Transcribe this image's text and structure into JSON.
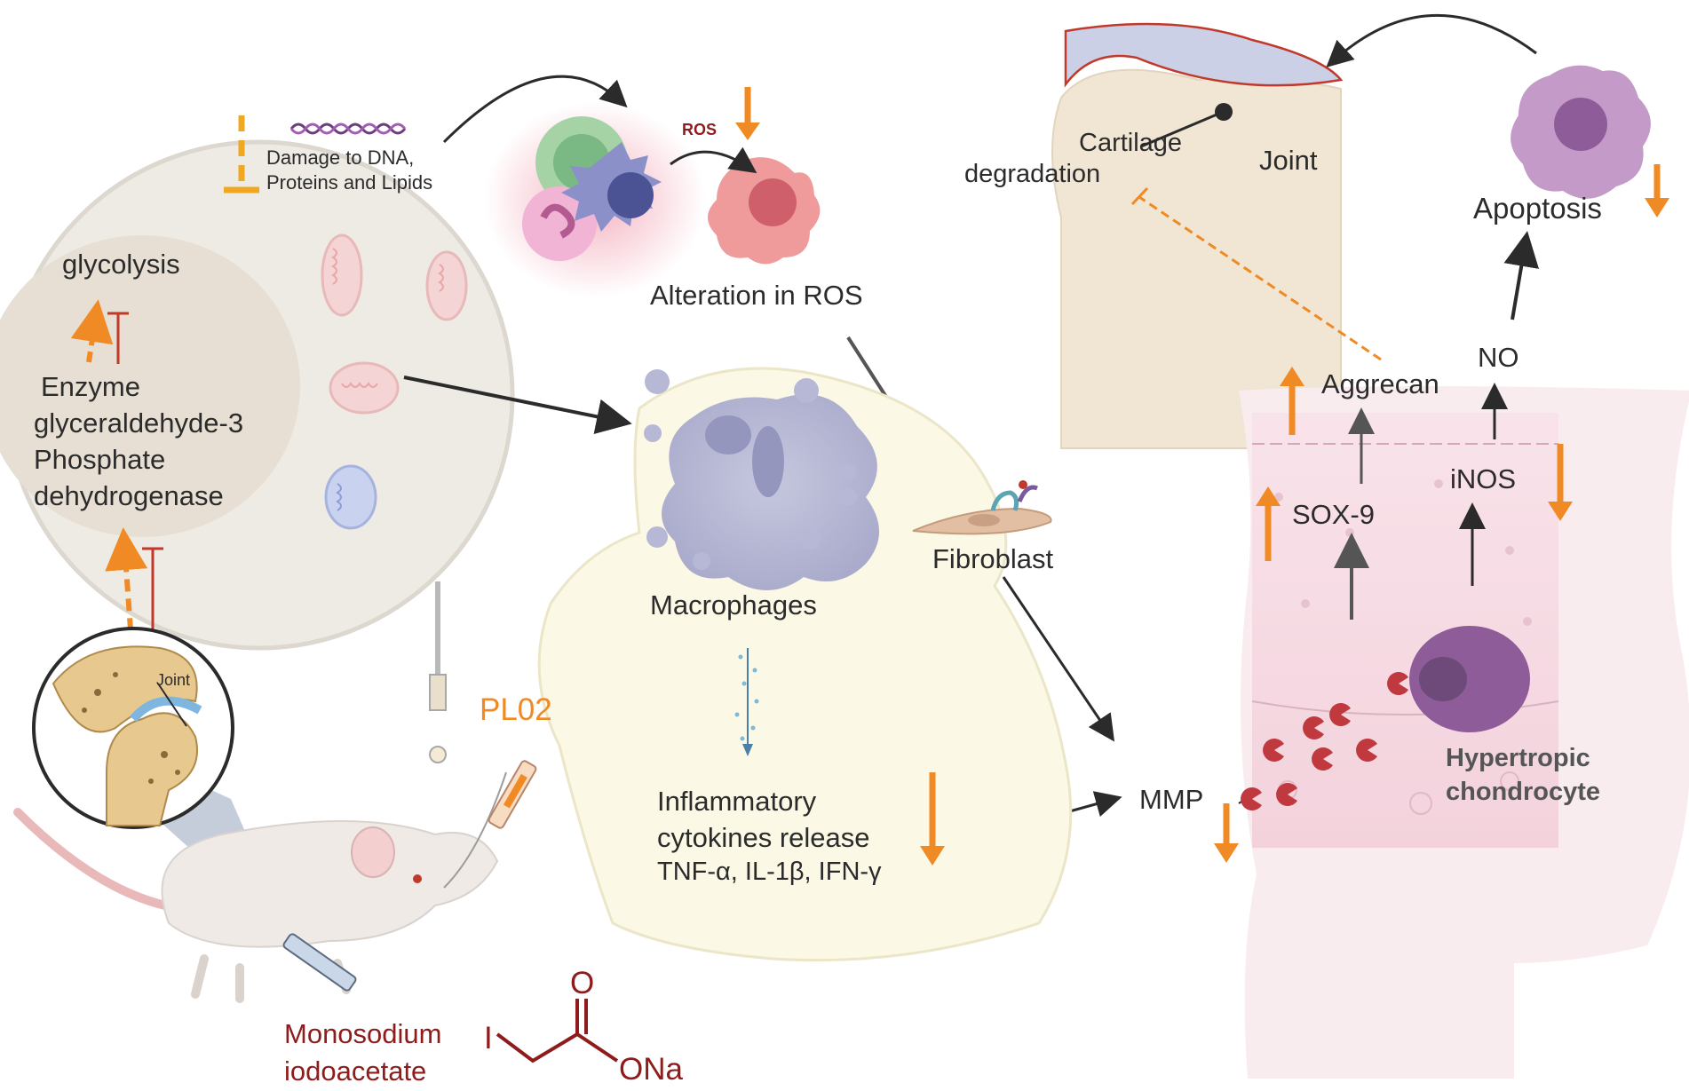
{
  "labels": {
    "damage_line1": "Damage to DNA,",
    "damage_line2": "Proteins and Lipids",
    "glycolysis": "glycolysis",
    "enzyme_line1": "Enzyme",
    "enzyme_line2": "glyceraldehyde-3",
    "enzyme_line3": "Phosphate",
    "enzyme_line4": "dehydrogenase",
    "joint_small": "Joint",
    "pl02": "PL02",
    "ros_small": "ROS",
    "alteration_ros": "Alteration in ROS",
    "macrophages": "Macrophages",
    "fibroblast": "Fibroblast",
    "inflam_line1": "Inflammatory",
    "inflam_line2": "cytokines release",
    "inflam_line3": "TNF-α, IL-1β, IFN-γ",
    "mmp": "MMP",
    "cartilage": "Cartilage",
    "degradation": "degradation",
    "joint_large": "Joint",
    "apoptosis": "Apoptosis",
    "no": "NO",
    "aggrecan": "Aggrecan",
    "sox9": "SOX-9",
    "inos": "iNOS",
    "hyper_line1": "Hypertropic",
    "hyper_line2": "chondrocyte",
    "mia_line1": "Monosodium",
    "mia_line2": "iodoacetate",
    "chem_o": "O",
    "chem_i": "I",
    "chem_ona": "ONa"
  },
  "colors": {
    "orange": "#f08a24",
    "dark_red": "#8e1c1c",
    "inhibit_red": "#c0392b",
    "arrow": "#2b2b2b",
    "cell_bg": "#eeebe4",
    "macro_bg": "#fbf8e6",
    "tissue_pink": "#f6dbe3"
  },
  "icons": [
    "mouse-icon",
    "joint-zoom-icon",
    "syringe-icon",
    "dropper-icon",
    "dna-icon",
    "mitochondria-icon",
    "immune-cells-icon",
    "ros-cell-icon",
    "macrophage-icon",
    "fibroblast-icon",
    "cytokine-dots-icon",
    "bone-joint-icon",
    "apoptotic-cell-icon",
    "chondrocyte-icon",
    "mmp-pacman-icon"
  ]
}
